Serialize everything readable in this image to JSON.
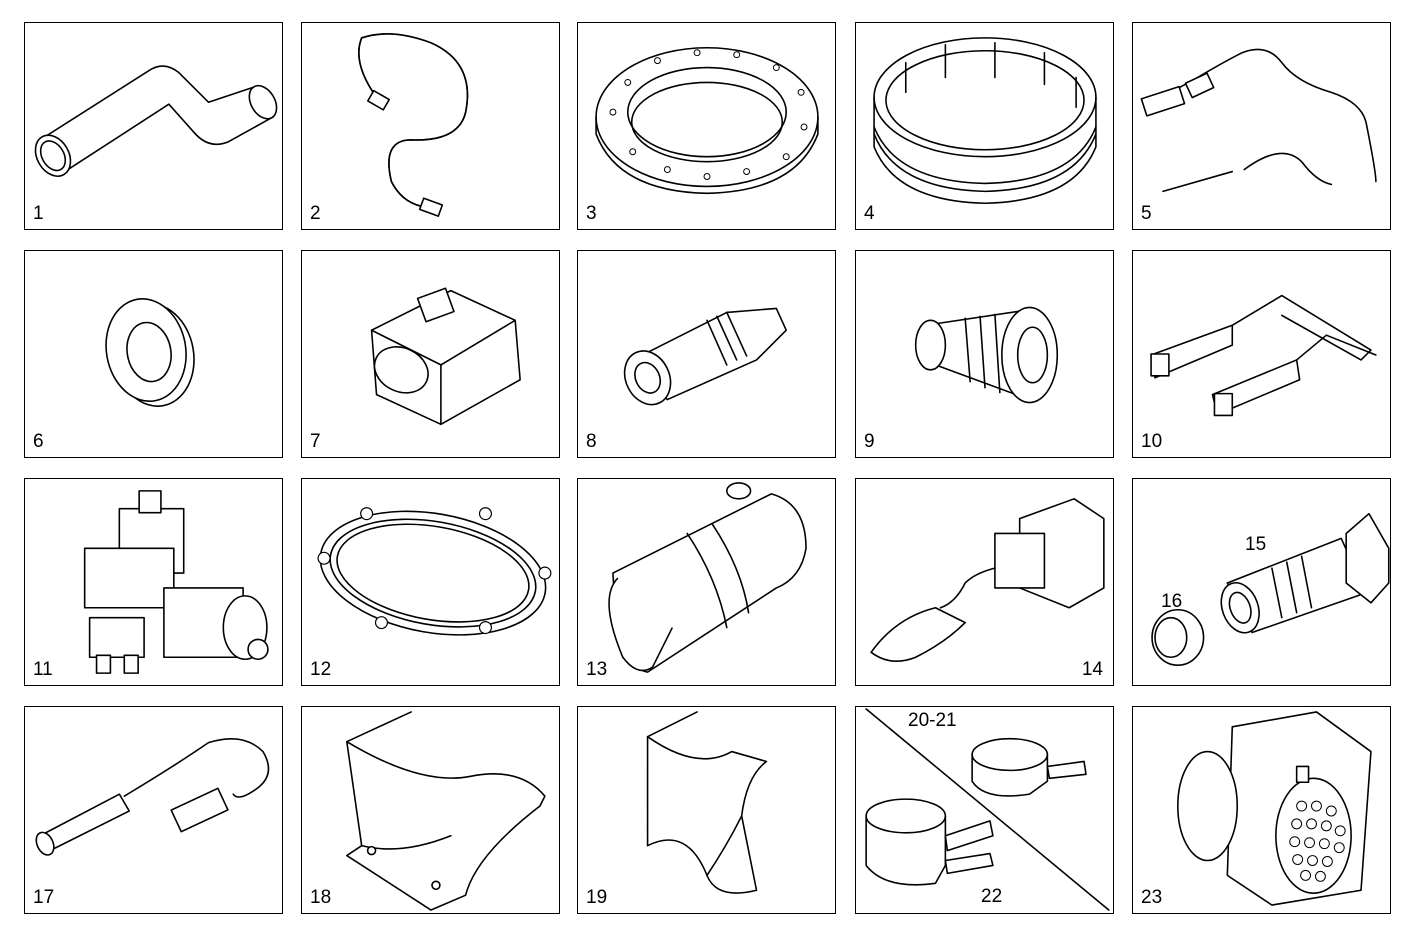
{
  "parts": [
    {
      "label": "1"
    },
    {
      "label": "2"
    },
    {
      "label": "3"
    },
    {
      "label": "4"
    },
    {
      "label": "5"
    },
    {
      "label": "6"
    },
    {
      "label": "7"
    },
    {
      "label": "8"
    },
    {
      "label": "9"
    },
    {
      "label": "10"
    },
    {
      "label": "11"
    },
    {
      "label": "12"
    },
    {
      "label": "13"
    },
    {
      "label": "14"
    },
    {
      "label": "15"
    },
    {
      "label": "16"
    },
    {
      "label": "17"
    },
    {
      "label": "18"
    },
    {
      "label": "19"
    },
    {
      "label": "20-21"
    },
    {
      "label": "22"
    },
    {
      "label": "23"
    }
  ]
}
